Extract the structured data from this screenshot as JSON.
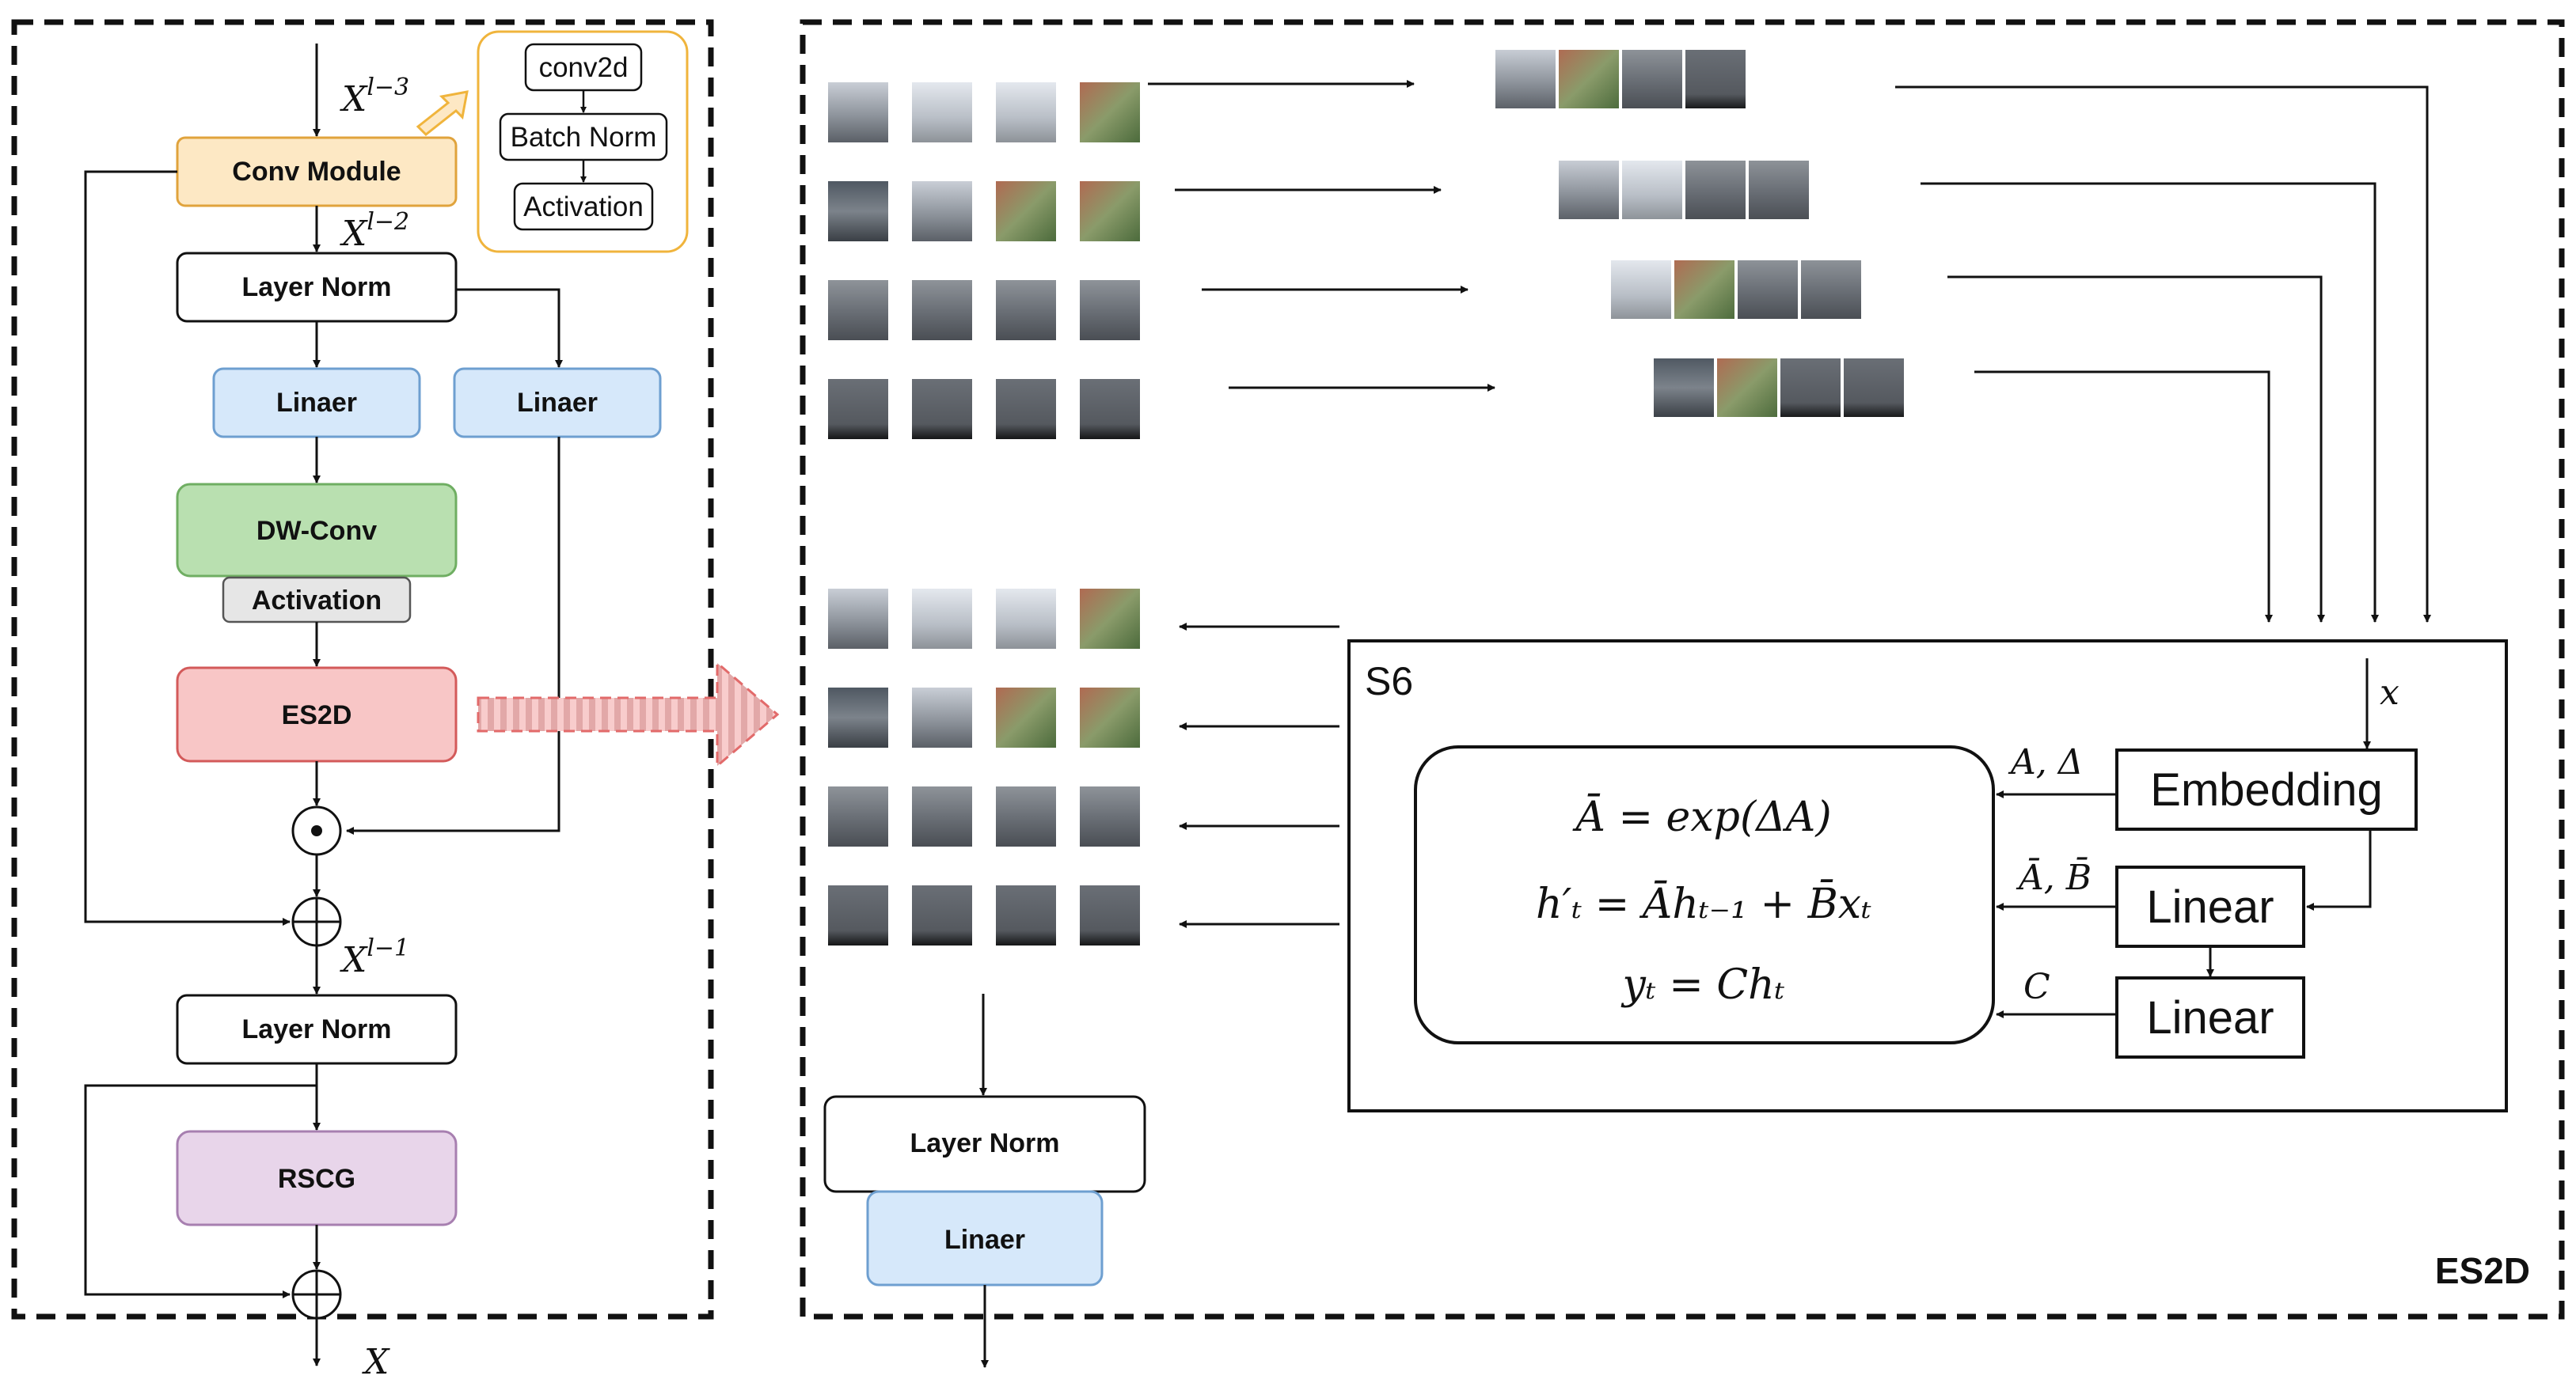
{
  "colors": {
    "conv_module_fill": "#fde8c4",
    "conv_module_stroke": "#e0a33c",
    "linear_fill": "#d6e8fa",
    "linear_stroke": "#6e9fd0",
    "dwconv_fill": "#b9e0b0",
    "dwconv_stroke": "#6fae62",
    "activation_fill": "#e6e6e6",
    "es2d_fill": "#f8c6c6",
    "es2d_stroke": "#d35a5a",
    "rscg_fill": "#e8d5ea",
    "rscg_stroke": "#a77fb0",
    "zoom_arrow_fill": "#f8cccc",
    "zoom_arrow_stroke": "#e26a6a",
    "inset_stroke": "#f0b43c"
  },
  "left_block": {
    "input_label": "X^{l-3}",
    "conv_module": "Conv Module",
    "x_l2": "X^{l-2}",
    "inset": [
      "conv2d",
      "Batch Norm",
      "Activation"
    ],
    "layer_norm_1": "Layer Norm",
    "linear_left": "Linaer",
    "linear_right": "Linaer",
    "dwconv": "DW-Conv",
    "activation": "Activation",
    "es2d": "ES2D",
    "x_l1": "X^{l-1}",
    "layer_norm_2": "Layer Norm",
    "rscg": "RSCG",
    "output_label": "X"
  },
  "right_block": {
    "title": "ES2D",
    "scan_rows": 4,
    "patches_per_row": 4,
    "s6": {
      "label": "S6",
      "input_x": "x",
      "embedding": "Embedding",
      "linear1": "Linear",
      "linear2": "Linear",
      "label_a_delta": "A, Δ",
      "label_ab": "Ā, B̄",
      "label_c": "C",
      "eq1": "Ā = exp(ΔA)",
      "eq2": "h′ₜ = Āhₜ₋₁ + B̄xₜ",
      "eq3": "yₜ = Chₜ"
    },
    "layer_norm": "Layer Norm",
    "linear": "Linaer"
  }
}
